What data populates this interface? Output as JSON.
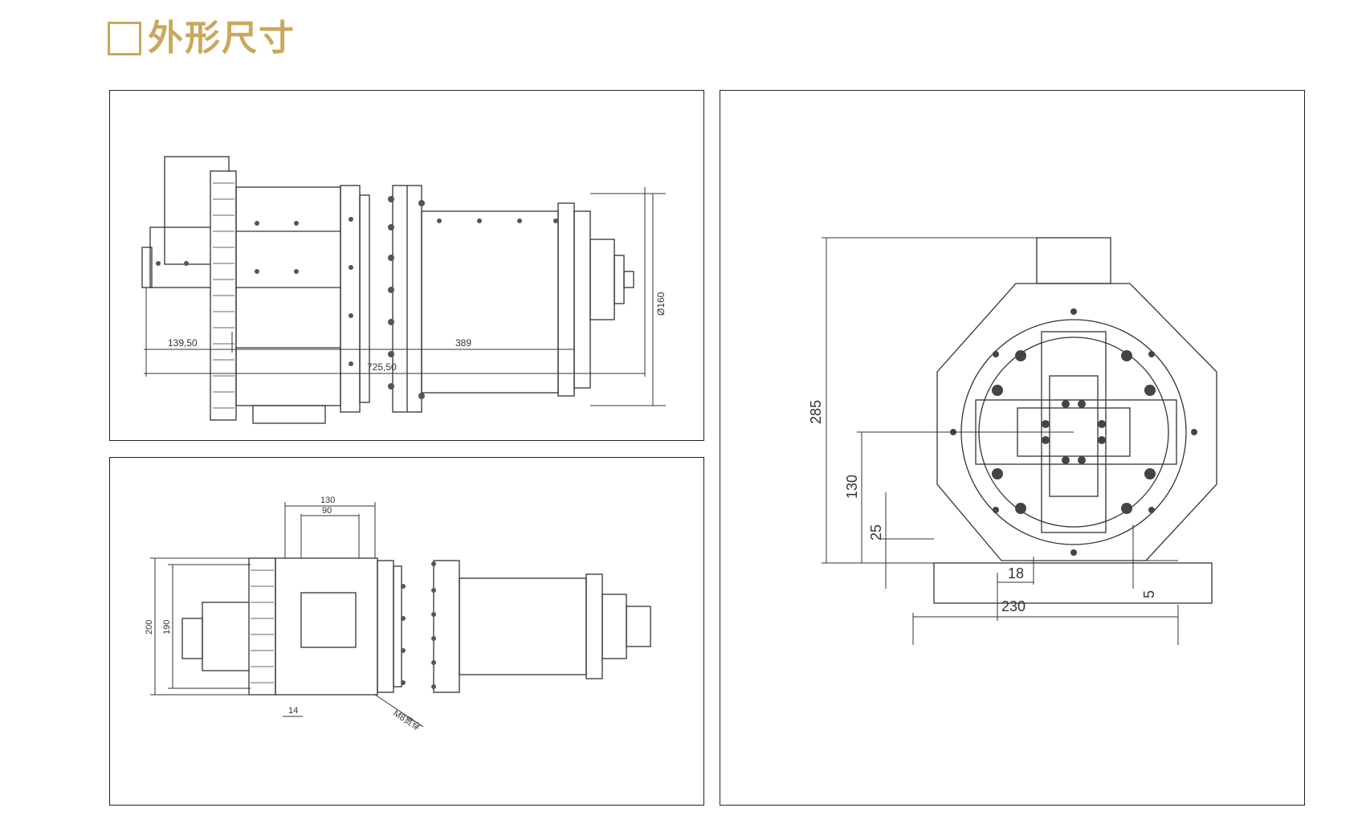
{
  "heading": {
    "title": "外形尺寸",
    "accent_color": "#c9a85c"
  },
  "panels": {
    "side_view": {
      "dims": {
        "left_len": "139,50",
        "mid_len": "389",
        "total_len": "725,50",
        "diameter": "Ø160"
      }
    },
    "top_view": {
      "dims": {
        "width_outer": "130",
        "width_inner": "90",
        "height_outer": "200",
        "height_inner": "190",
        "slot": "14",
        "mount_note": "M8贯穿"
      }
    },
    "front_view": {
      "dims": {
        "height_total": "285",
        "center_height": "130",
        "base_height": "25",
        "key_width": "18",
        "base_width": "230",
        "key_depth": "5"
      }
    }
  }
}
